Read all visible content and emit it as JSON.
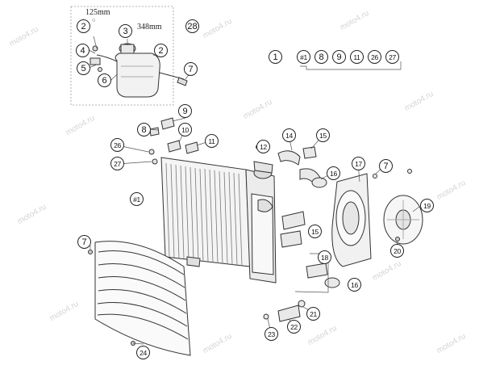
{
  "watermark": "moto4.ru",
  "dimensions": {
    "d1": "125mm",
    "d2": "348mm"
  },
  "callouts": {
    "c2a": "2",
    "c3": "3",
    "c28": "28",
    "c4": "4",
    "c2b": "2",
    "c5": "5",
    "c6": "6",
    "c7a": "7",
    "c9": "9",
    "c8": "8",
    "c10": "10",
    "c11a": "11",
    "c26": "26",
    "c27": "27",
    "c12": "12",
    "c14": "14",
    "c15a": "15",
    "c16a": "16",
    "c17": "17",
    "c7b": "7",
    "c1main": "#1",
    "c19": "19",
    "c15b": "15",
    "c7c": "7",
    "c20": "20",
    "c18": "18",
    "c16b": "16",
    "c21": "21",
    "c23": "23",
    "c22": "22",
    "c24": "24"
  },
  "legend": {
    "item1": "1",
    "set": [
      "#1",
      "8",
      "9",
      "11",
      "26",
      "27"
    ]
  }
}
